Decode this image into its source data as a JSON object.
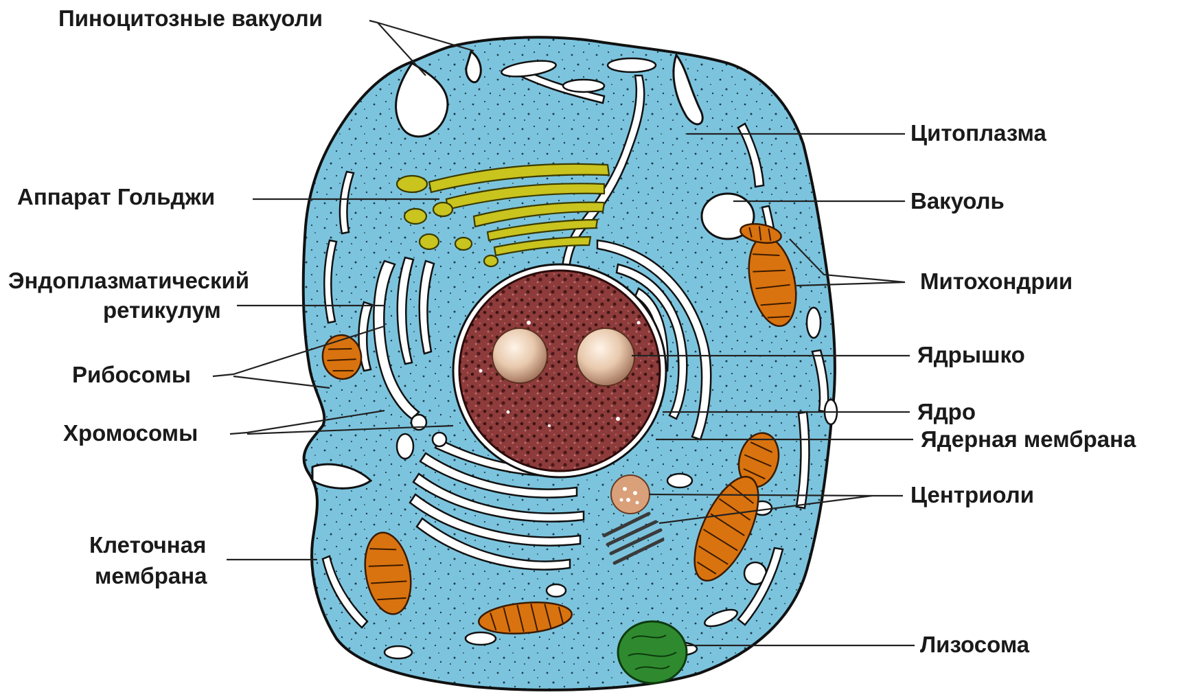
{
  "labels": {
    "pinocytic": "Пиноцитозные вакуоли",
    "cytoplasm": "Цитоплазма",
    "golgi": "Аппарат Гольджи",
    "vacuole": "Вакуоль",
    "er_line1": "Эндоплазматический",
    "er_line2": "ретикулум",
    "mitochondria": "Митохондрии",
    "ribosomes": "Рибосомы",
    "nucleolus": "Ядрышко",
    "nucleus": "Ядро",
    "chromosomes": "Хромосомы",
    "nuclear_membrane": "Ядерная мембрана",
    "centrioles": "Центриоли",
    "cell_membrane_line1": "Клеточная",
    "cell_membrane_line2": "мембрана",
    "lysosome": "Лизосома"
  },
  "colors": {
    "cytoplasm": "#7cc4de",
    "nucleus": "#8a3a3a",
    "mitochondria": "#d9730f",
    "golgi": "#c9c41e",
    "lysosome": "#2f8a2f",
    "nucleolus": "#e0c7b0"
  }
}
